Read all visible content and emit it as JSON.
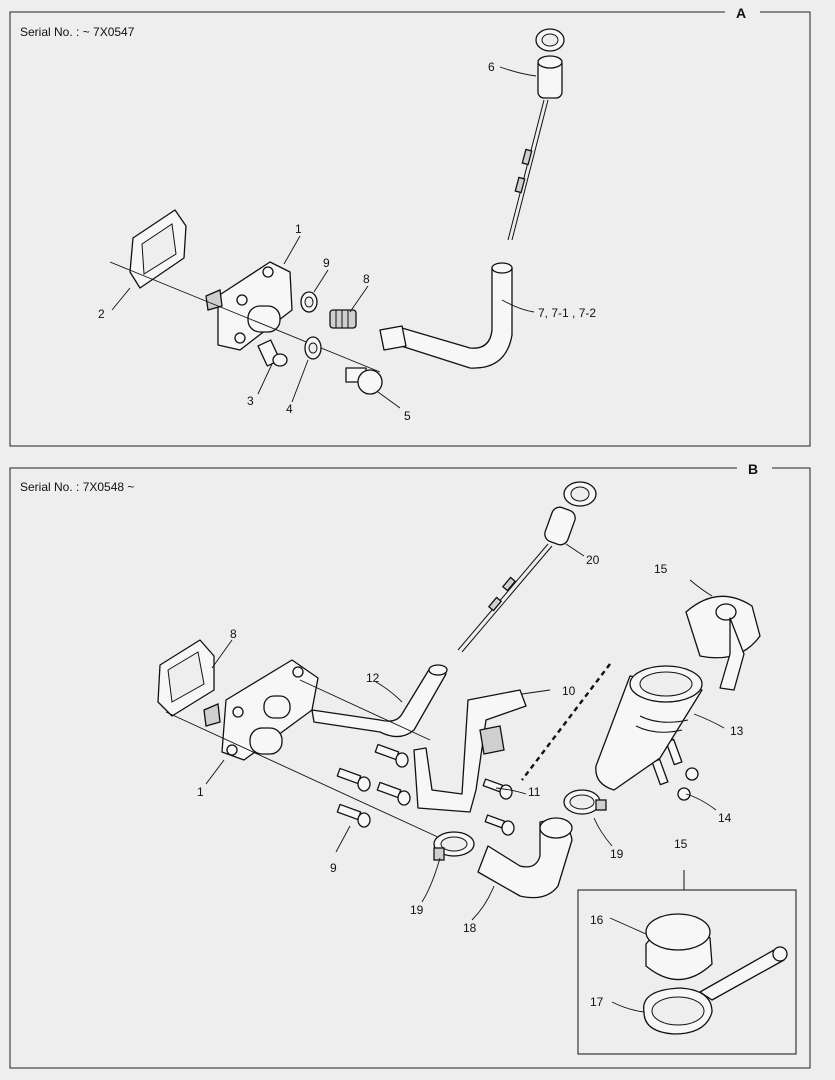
{
  "sections": [
    {
      "letter": "A",
      "serial": "Serial No. : ~ 7X0547",
      "callouts": [
        "1",
        "2",
        "3",
        "4",
        "5",
        "6",
        "7, 7-1 , 7-2",
        "8",
        "9"
      ]
    },
    {
      "letter": "B",
      "serial": "Serial No. : 7X0548 ~",
      "callouts": [
        "1",
        "8",
        "9",
        "10",
        "11",
        "12",
        "13",
        "14",
        "15",
        "15",
        "16",
        "17",
        "18",
        "19",
        "19",
        "20"
      ]
    }
  ],
  "icons": [
    "oil-level-gauge-icon",
    "oil-filler-pipe-icon",
    "gasket-icon",
    "bracket-icon",
    "bolt-icon",
    "hose-clamp-icon",
    "filler-cap-icon",
    "hose-icon"
  ]
}
